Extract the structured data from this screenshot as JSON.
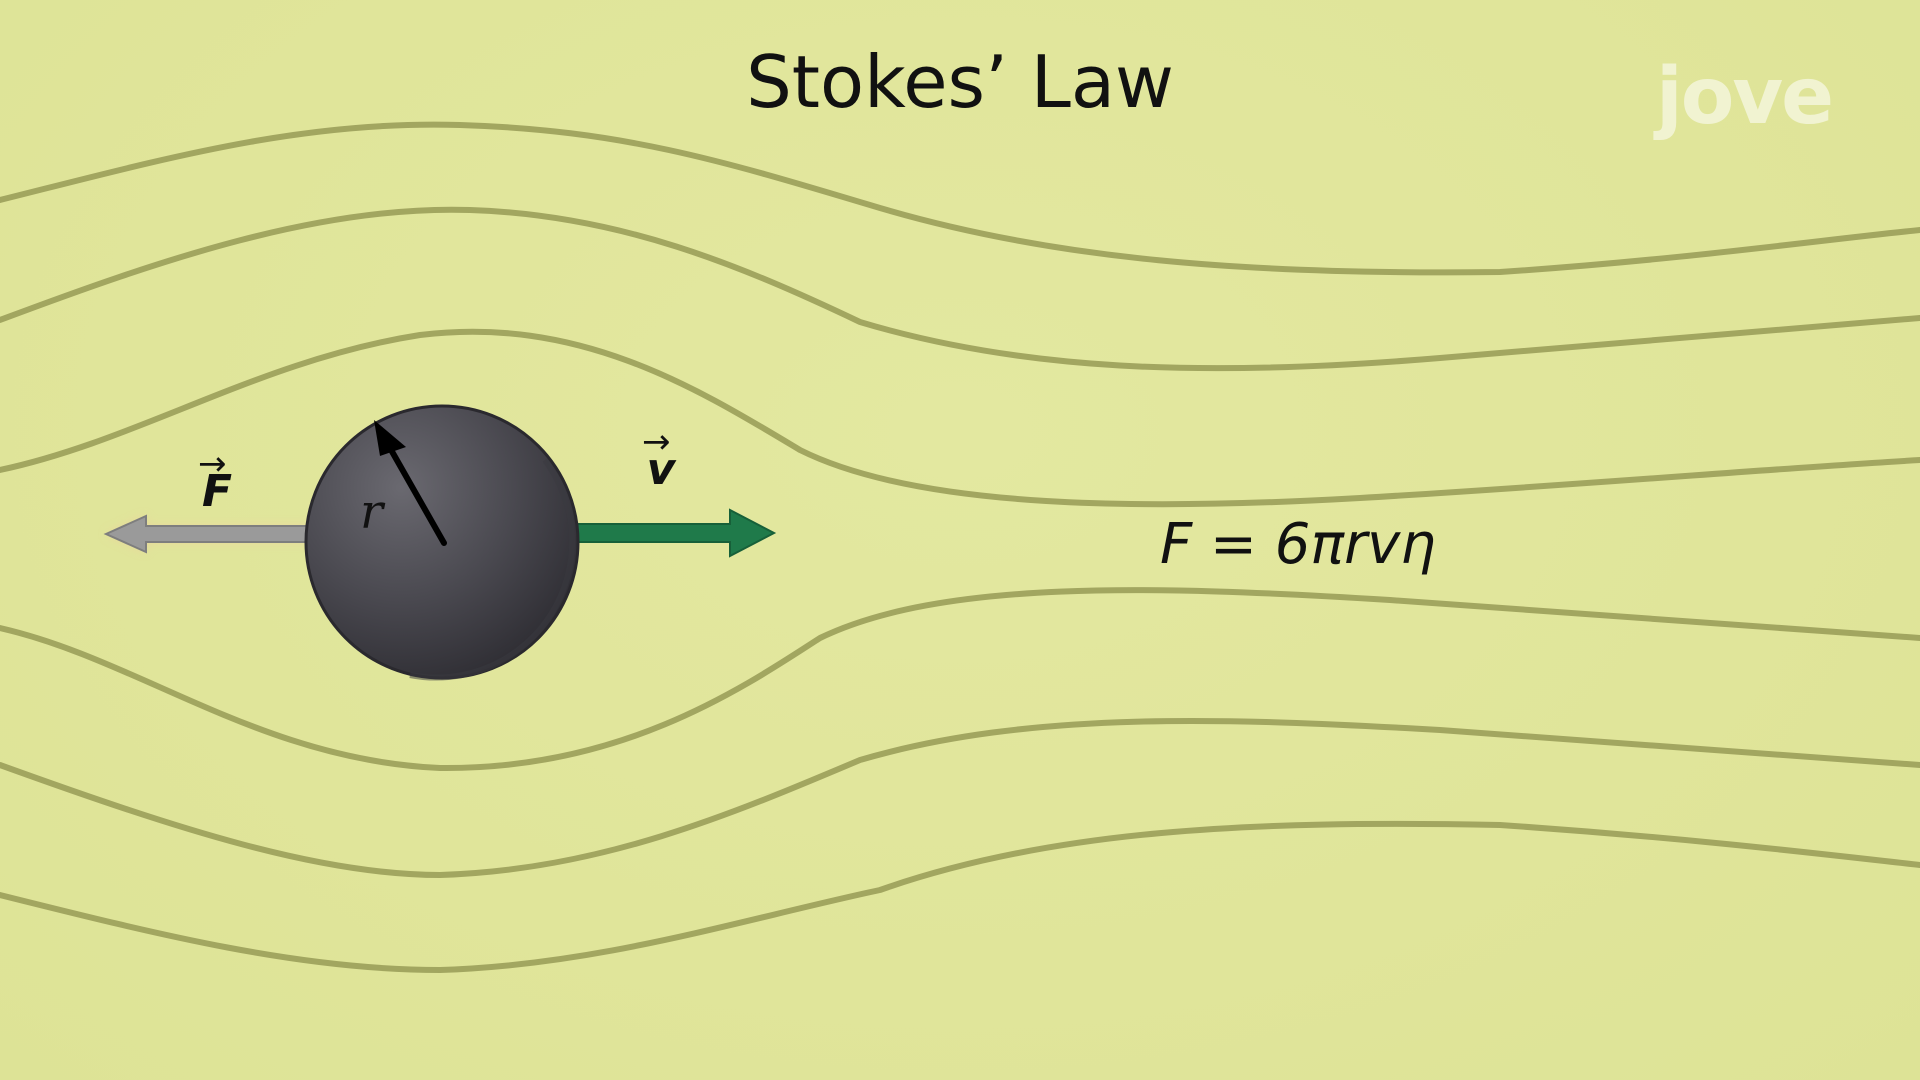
{
  "title": "Stokes’ Law",
  "logo_text": "jove",
  "formula": "F = 6πrvη",
  "labels": {
    "force": "F",
    "velocity": "v",
    "radius": "r",
    "vector_mark": "→"
  },
  "colors": {
    "background": "#e1e69c",
    "streamline": "#a2a660",
    "sphere": "#4a4950",
    "force_arrow": "#9a9a9a",
    "velocity_arrow": "#1f7a4a"
  }
}
